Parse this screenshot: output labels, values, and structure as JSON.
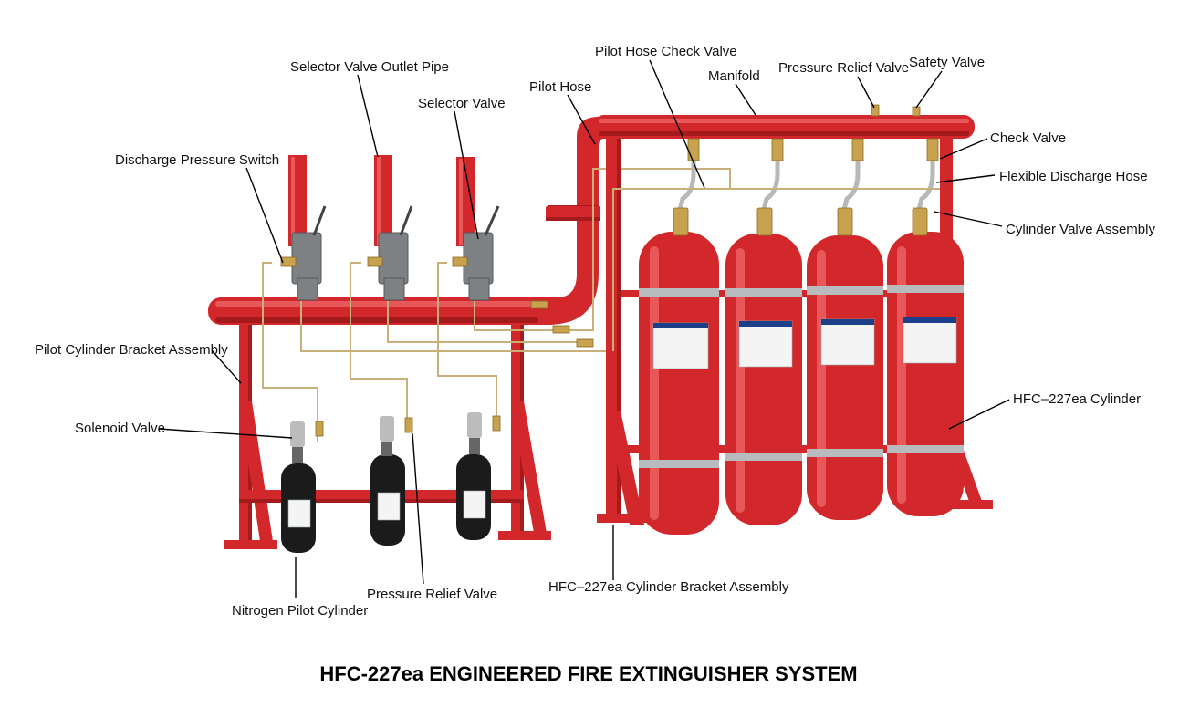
{
  "title": "HFC-227ea ENGINEERED FIRE EXTINGUISHER SYSTEM",
  "labels": {
    "selector_valve_outlet_pipe": "Selector Valve Outlet Pipe",
    "selector_valve": "Selector Valve",
    "discharge_pressure_switch": "Discharge Pressure Switch",
    "pilot_hose": "Pilot Hose",
    "pilot_hose_check_valve": "Pilot Hose Check Valve",
    "manifold": "Manifold",
    "pressure_relief_valve_top": "Pressure Relief Valve",
    "safety_valve": "Safety Valve",
    "check_valve": "Check Valve",
    "flexible_discharge_hose": "Flexible Discharge Hose",
    "cylinder_valve_assembly": "Cylinder Valve Assembly",
    "pilot_cylinder_bracket_assembly": "Pilot Cylinder Bracket Assembly",
    "solenoid_valve": "Solenoid Valve",
    "hfc_cylinder": "HFC–227ea Cylinder",
    "nitrogen_pilot_cylinder": "Nitrogen Pilot Cylinder",
    "pressure_relief_valve_bottom": "Pressure Relief Valve",
    "hfc_cylinder_bracket_assembly": "HFC–227ea Cylinder Bracket Assembly"
  },
  "colors": {
    "pipe_red": "#d3282b",
    "brass": "#c8a24e",
    "pilot_cylinder_black": "#1b1b1b",
    "label_blue": "#1c3f8a"
  }
}
